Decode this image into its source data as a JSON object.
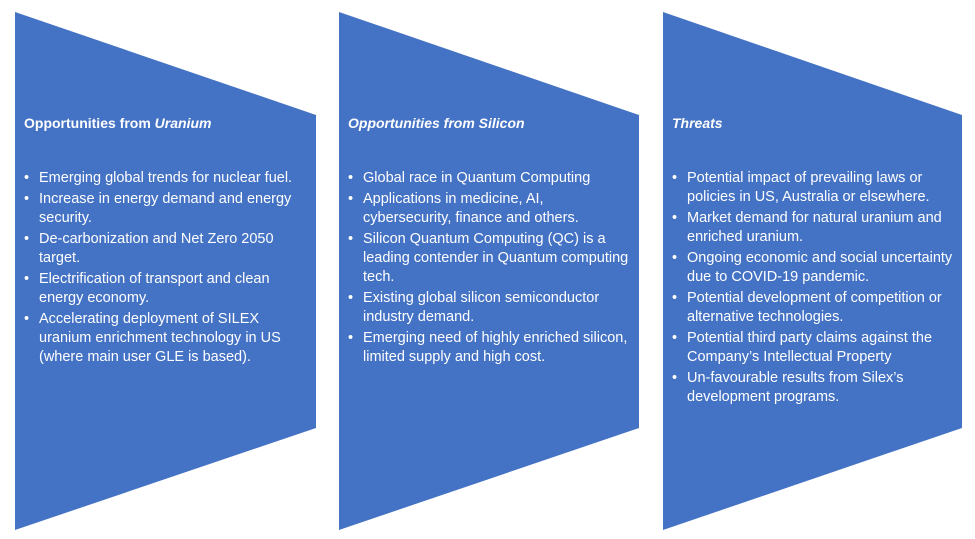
{
  "colors": {
    "panel_fill": "#4472C4",
    "text": "#FFFFFF",
    "background": "#FFFFFF"
  },
  "panels": [
    {
      "title_prefix": "Opportunities from ",
      "title_emphasis": "Uranium",
      "items": [
        "Emerging global trends for nuclear fuel.",
        "Increase in energy demand and energy security.",
        "De-carbonization and Net Zero 2050 target.",
        "Electrification of transport and clean energy economy.",
        "Accelerating deployment of SILEX uranium enrichment technology in US (where main user GLE is based)."
      ]
    },
    {
      "title_prefix": "",
      "title_emphasis": "Opportunities from Silicon",
      "items": [
        "Global race in Quantum Computing",
        "Applications in medicine, AI, cybersecurity, finance and others.",
        "Silicon Quantum Computing (QC) is a leading contender in Quantum computing tech.",
        "Existing global silicon semiconductor industry demand.",
        "Emerging need of highly enriched silicon, limited supply and high cost."
      ]
    },
    {
      "title_prefix": "",
      "title_emphasis": "Threats",
      "items": [
        "Potential impact of prevailing laws or policies in US, Australia or elsewhere.",
        "Market demand for natural uranium and enriched uranium.",
        "Ongoing economic and social uncertainty due to COVID-19 pandemic.",
        "Potential development of competition or alternative technologies.",
        "Potential third party claims against the Company’s Intellectual Property",
        "Un-favourable results from Silex’s development programs."
      ]
    }
  ]
}
